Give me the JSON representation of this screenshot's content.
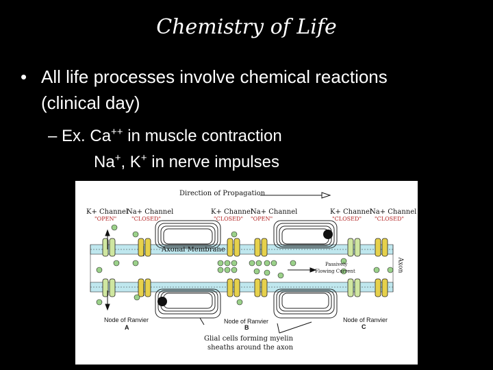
{
  "slide": {
    "title": "Chemistry of Life",
    "bullet_mark": "•",
    "bullet1": "All life processes involve chemical reactions (clinical day)",
    "sub_prefix": "– Ex. Ca",
    "ca_charge": "++",
    "sub_suffix": " in muscle contraction",
    "na": "Na",
    "na_charge": "+",
    "comma_k": ", K",
    "k_charge": "+",
    "line3_suffix": " in nerve impulses"
  },
  "diagram": {
    "direction_label": "Direction of Propagation",
    "k_channel": "K+ Channel",
    "na_channel": "Na+ Channel",
    "open": "\"OPEN\"",
    "closed": "\"CLOSED\"",
    "axonal_membrane": "Axonal Membrane",
    "passively_flowing": "Passively",
    "flowing_current": "Flowing Current",
    "axon": "Axon",
    "node_of_ranvier": "Node of Ranvier",
    "node_a": "A",
    "node_b": "B",
    "node_c": "C",
    "glial_line1": "Glial cells forming myelin",
    "glial_line2": "sheaths around the axon"
  }
}
